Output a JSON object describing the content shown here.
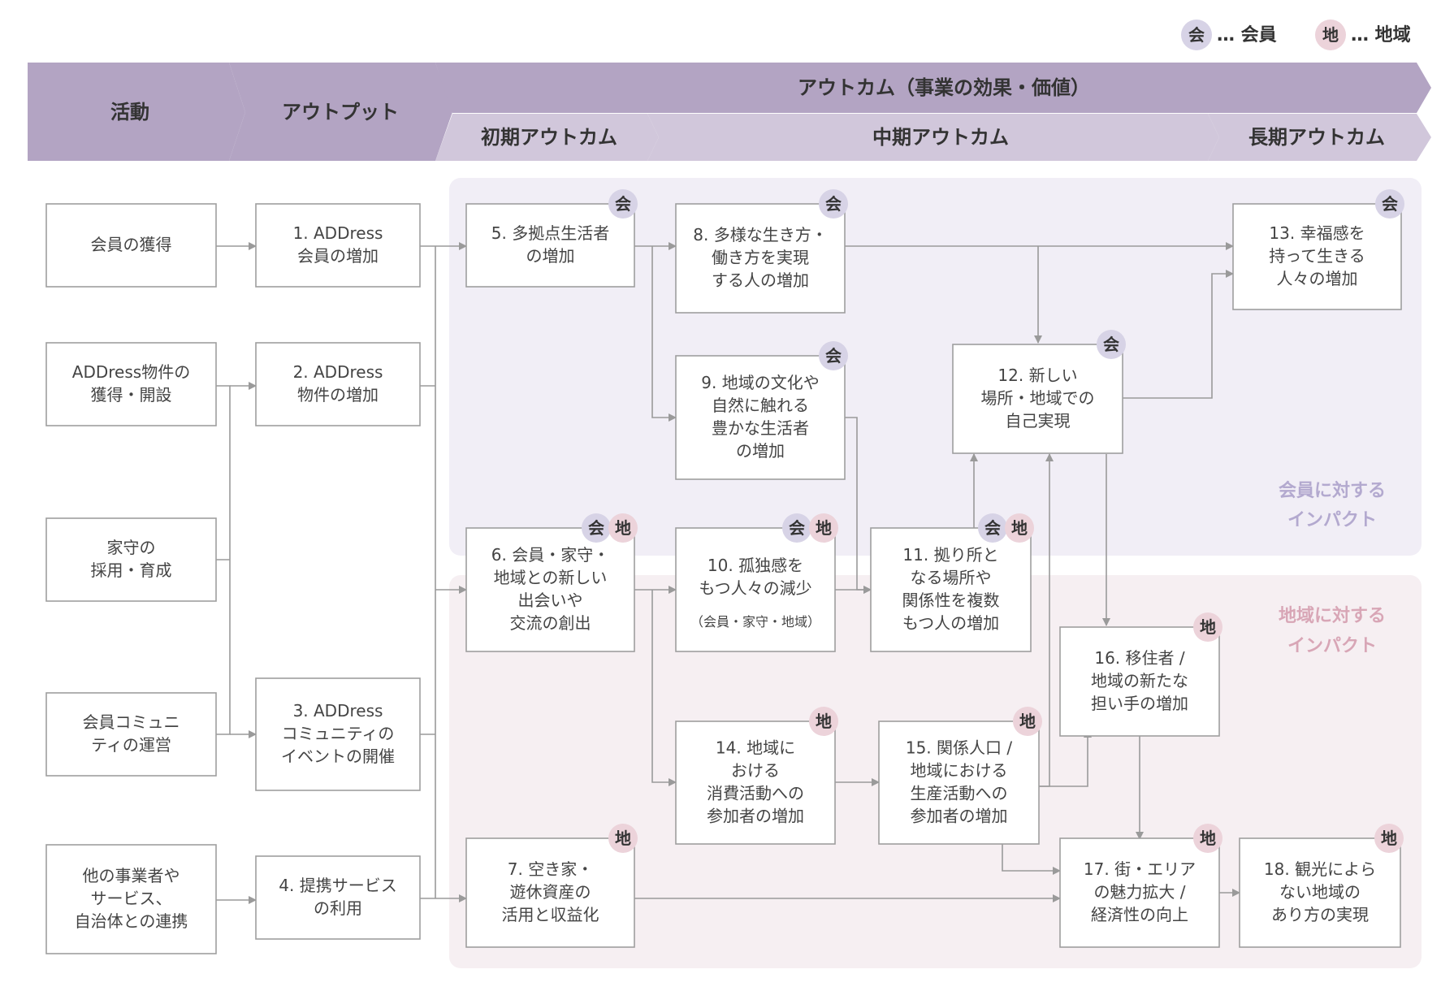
{
  "legend": {
    "member": {
      "badge": "会",
      "text": "… 会員"
    },
    "region": {
      "badge": "地",
      "text": "… 地域"
    }
  },
  "headers": {
    "activity": "活動",
    "output": "アウトプット",
    "outcome": "アウトカム（事業の効果・価値）",
    "initial": "初期アウトカム",
    "mid": "中期アウトカム",
    "long": "長期アウトカム"
  },
  "regions": {
    "member": [
      "会員に対する",
      "インパクト"
    ],
    "region": [
      "地域に対する",
      "インパクト"
    ]
  },
  "activities": [
    [
      "会員の獲得"
    ],
    [
      "ADDress物件の",
      "獲得・開設"
    ],
    [
      "家守の",
      "採用・育成"
    ],
    [
      "会員コミュニ",
      "ティの運営"
    ],
    [
      "他の事業者や",
      "サービス、",
      "自治体との連携"
    ]
  ],
  "outputs": [
    [
      "1. ADDress",
      "会員の増加"
    ],
    [
      "2. ADDress",
      "物件の増加"
    ],
    [
      "3. ADDress",
      "コミュニティの",
      "イベントの開催"
    ],
    [
      "4. 提携サービス",
      "の利用"
    ]
  ],
  "outcomes": {
    "o5": [
      "5. 多拠点生活者",
      "の増加"
    ],
    "o6": [
      "6. 会員・家守・",
      "地域との新しい",
      "出会いや",
      "交流の創出"
    ],
    "o7": [
      "7. 空き家・",
      "遊休資産の",
      "活用と収益化"
    ],
    "o8": [
      "8. 多様な生き方・",
      "働き方を実現",
      "する人の増加"
    ],
    "o9": [
      "9. 地域の文化や",
      "自然に触れる",
      "豊かな生活者",
      "の増加"
    ],
    "o10": [
      "10. 孤独感を",
      "もつ人々の減少"
    ],
    "o10_note": "（会員・家守・地域）",
    "o11": [
      "11. 拠り所と",
      "なる場所や",
      "関係性を複数",
      "もつ人の増加"
    ],
    "o12": [
      "12. 新しい",
      "場所・地域での",
      "自己実現"
    ],
    "o13": [
      "13. 幸福感を",
      "持って生きる",
      "人々の増加"
    ],
    "o14": [
      "14. 地域に",
      "おける",
      "消費活動への",
      "参加者の増加"
    ],
    "o15": [
      "15. 関係人口 /",
      "地域における",
      "生産活動への",
      "参加者の増加"
    ],
    "o16": [
      "16. 移住者 /",
      "地域の新たな",
      "担い手の増加"
    ],
    "o17": [
      "17. 街・エリア",
      "の魅力拡大 /",
      "経済性の向上"
    ],
    "o18": [
      "18. 観光によら",
      "ない地域の",
      "あり方の実現"
    ]
  },
  "badge_labels": {
    "member": "会",
    "region": "地"
  },
  "colors": {
    "header_dark": "#b3a4c3",
    "header_light": "#d1c7db",
    "member_area": "#f1eef6",
    "region_area": "#f6eff2",
    "member_badge": "#d7d3e6",
    "region_badge": "#ecd3da",
    "member_text": "#b3a9cf",
    "region_text": "#d8a6b6",
    "box_border": "#9e9e9e",
    "arrow": "#9a9a9a"
  }
}
